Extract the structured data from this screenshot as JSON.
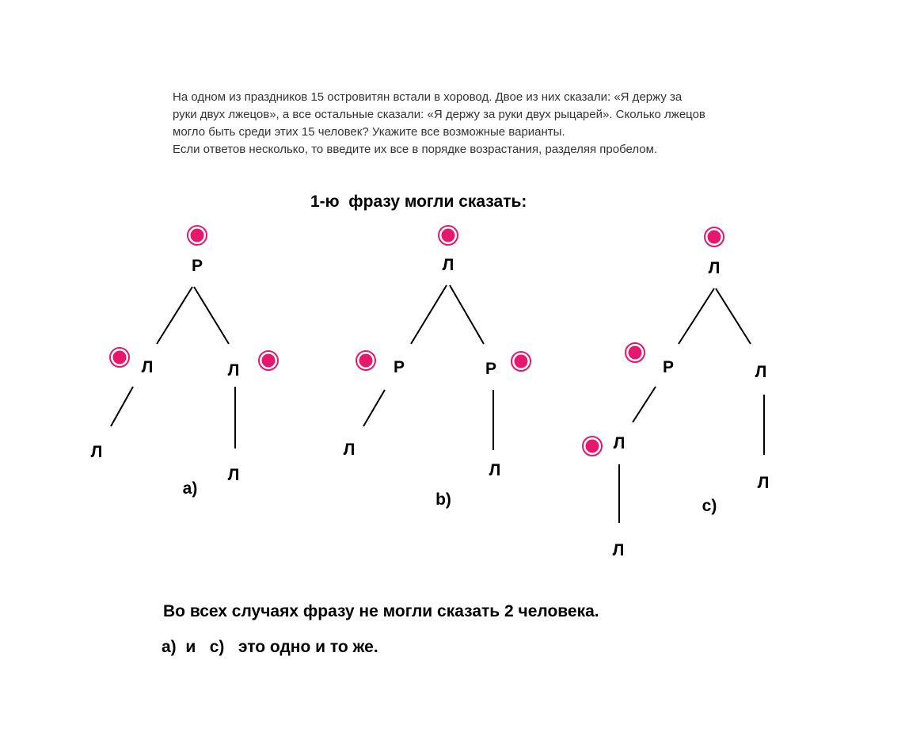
{
  "problem": {
    "lines": [
      "На одном из праздников 15 островитян встали в хоровод. Двое из них сказали: «Я держу за",
      "руки двух лжецов», а все остальные сказали: «Я держу за руки двух рыцарей». Сколько лжецов",
      "могло быть среди этих 15 человек? Укажите все возможные варианты.",
      "Если ответов несколько, то введите их все в порядке возрастания, разделяя пробелом."
    ]
  },
  "heading": "1-ю  фразу могли сказать:",
  "marker_color": "#e6186e",
  "diagrams": [
    {
      "caption": "a)",
      "nodes": [
        {
          "label": "Р",
          "marked": true
        },
        {
          "label": "Л",
          "marked": true
        },
        {
          "label": "Л",
          "marked": true
        },
        {
          "label": "Л",
          "marked": false
        },
        {
          "label": "Л",
          "marked": false
        }
      ]
    },
    {
      "caption": "b)",
      "nodes": [
        {
          "label": "Л",
          "marked": true
        },
        {
          "label": "Р",
          "marked": true
        },
        {
          "label": "Р",
          "marked": true
        },
        {
          "label": "Л",
          "marked": false
        },
        {
          "label": "Л",
          "marked": false
        }
      ]
    },
    {
      "caption": "c)",
      "nodes": [
        {
          "label": "Л",
          "marked": true
        },
        {
          "label": "Р",
          "marked": true
        },
        {
          "label": "Л",
          "marked": false
        },
        {
          "label": "Л",
          "marked": true
        },
        {
          "label": "Л",
          "marked": false
        },
        {
          "label": "Л",
          "marked": false
        }
      ]
    }
  ],
  "conclusion": "Во всех случаях фразу не могли сказать 2 человека.",
  "note": "а)  и   с)   это одно и то же."
}
